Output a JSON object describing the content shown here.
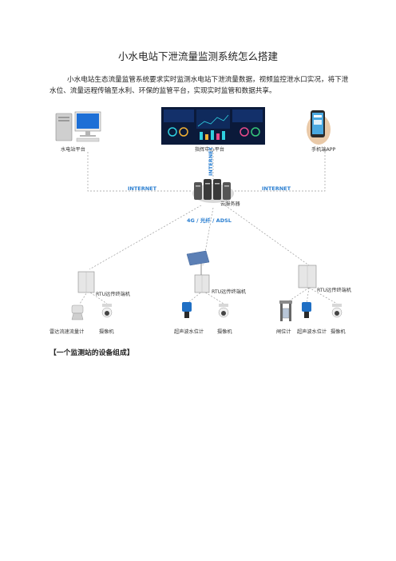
{
  "doc": {
    "title": "小水电站下泄流量监测系统怎么搭建",
    "intro": "小水电站生态流量监管系统要求实时监测水电站下泄流量数据，视频监控泄水口实况，将下泄水位、流量远程传输至水利、环保的监管平台，实现实时监管和数据共享。",
    "caption": "【一个监测站的设备组成】"
  },
  "diagram": {
    "platform_station": "水电站平台",
    "platform_center": "指挥中心平台",
    "platform_mobile": "手机端APP",
    "internet_left": "INTERNET",
    "internet_right": "INTERNET",
    "internet_vertical": "INTERNET",
    "cloud_server": "云服务器",
    "network_types": "4G / 光纤 / ADSL",
    "rtu_1": "RTU远传终端机",
    "rtu_2": "RTU远传终端机",
    "rtu_3": "RTU远传终端机",
    "dev_radar": "雷达流速流量计",
    "dev_camera_1": "摄像机",
    "dev_ultrasonic_1": "超声波水位计",
    "dev_camera_2": "摄像机",
    "dev_gate": "闸位计",
    "dev_ultrasonic_2": "超声波水位计",
    "dev_camera_3": "摄像机"
  }
}
